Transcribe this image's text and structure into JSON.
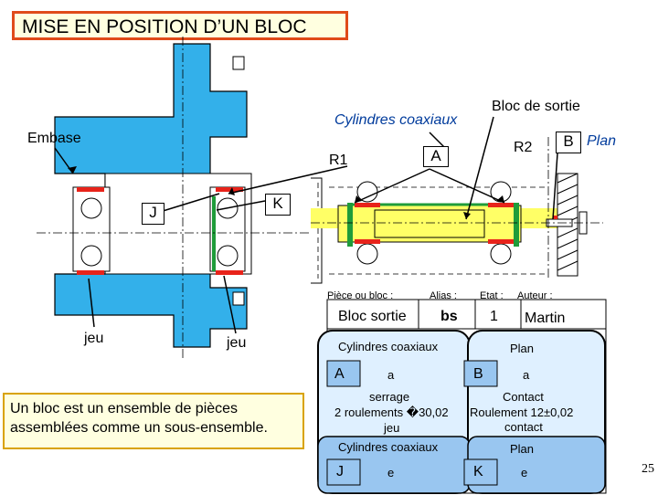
{
  "title": "MISE EN POSITION D’UN BLOC",
  "labels": {
    "embase": "Embase",
    "cylindres_coaxiaux": "Cylindres coaxiaux",
    "bloc_de_sortie": "Bloc de sortie",
    "r1": "R1",
    "r2": "R2",
    "a": "A",
    "b": "B",
    "plan": "Plan",
    "j": "J",
    "k": "K",
    "jeu_left": "jeu",
    "jeu_right": "jeu"
  },
  "note": "Un bloc est un ensemble de pièces assemblées comme un sous-ensemble.",
  "table": {
    "headers": {
      "piece": "Pièce ou bloc :",
      "alias": "Alias :",
      "etat": "Etat :",
      "auteur": "Auteur :"
    },
    "piece": "Bloc sortie",
    "alias": "bs",
    "etat": "1",
    "auteur": "Martin",
    "link_a": {
      "type": "Cylindres coaxiaux",
      "name": "A",
      "subname": "a",
      "condition_1": "serrage",
      "condition_2": "2 roulements �30,02",
      "condition_3": "jeu",
      "type_bottom": "Cylindres coaxiaux",
      "bottom_name": "J",
      "bottom_sub": "e"
    },
    "link_b": {
      "type": "Plan",
      "name": "B",
      "subname": "a",
      "condition_1": "Contact",
      "condition_2": "Roulement 12±0,02",
      "condition_3": "contact",
      "type_bottom": "Plan",
      "bottom_name": "K",
      "bottom_sub": "e"
    }
  },
  "page_number": "25",
  "colors": {
    "housing": "#33b0ea",
    "title_border": "#e04b1a",
    "bearing_red": "#e8231a",
    "green": "#1f9c3a",
    "shaft_yellow": "#ffff66",
    "table_blue": "#99c6f0"
  }
}
